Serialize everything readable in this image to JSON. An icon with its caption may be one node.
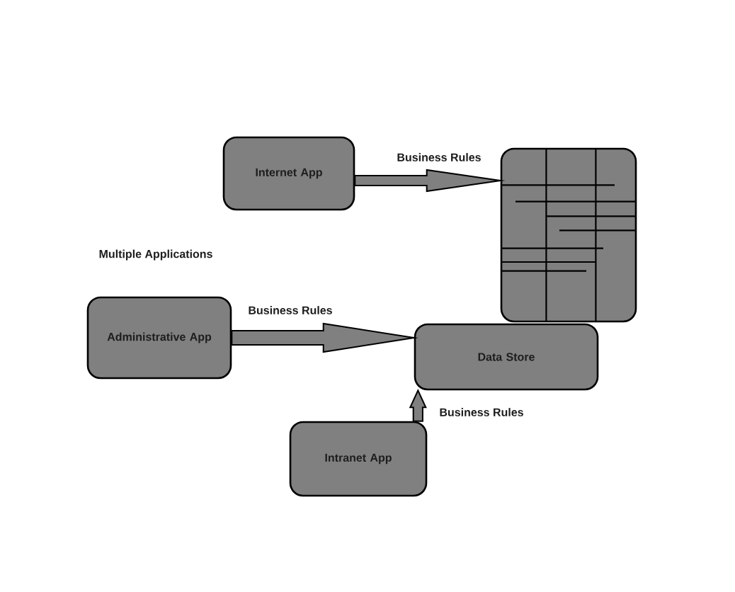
{
  "diagram": {
    "nodes": [
      {
        "text": [
          "Internet App"
        ]
      },
      {
        "text": [],
        "shape": "picture"
      },
      {
        "text": [
          "Administrative App"
        ]
      },
      {
        "text": [
          "Data Store"
        ]
      },
      {
        "text": [
          "Intranet App"
        ]
      }
    ],
    "edges": [
      {
        "from": 0,
        "to": 1,
        "arrow": "to",
        "label": "Business Rules"
      },
      {
        "from": 2,
        "to": 3,
        "arrow": "to",
        "label": "Business Rules"
      },
      {
        "from": 4,
        "to": 3,
        "arrow": "to",
        "label": "Business Rules"
      }
    ],
    "labels": [
      "Multiple Applications"
    ]
  }
}
